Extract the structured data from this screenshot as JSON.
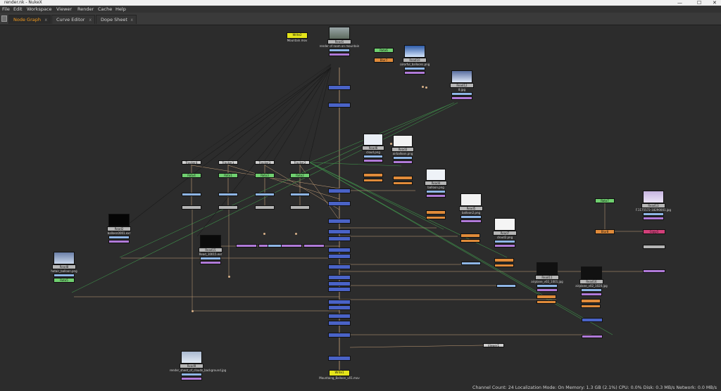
{
  "window": {
    "title": "render.nk - NukeX",
    "controls": [
      "—",
      "☐",
      "✕"
    ]
  },
  "menu": [
    "File",
    "Edit",
    "Workspace",
    "Viewer",
    "Render",
    "Cache",
    "Help"
  ],
  "tabs": [
    {
      "label": "Node Graph",
      "active": true
    },
    {
      "label": "Curve Editor",
      "active": false
    },
    {
      "label": "Dope Sheet",
      "active": false
    }
  ],
  "tab_close": "x",
  "colors": {
    "read": "#b5b5b5",
    "roto": "#6fcf6f",
    "blur": "#e08b3a",
    "grade": "#8fb6e6",
    "merge": "#4a63c7",
    "transform": "#b07ad8",
    "write": "#e4e41a",
    "tracker": "#cfcfcf",
    "copy": "#d2407a",
    "viewer": "#cfcfcf"
  },
  "nodes": [
    {
      "type": "write",
      "label": "Write2",
      "sub": "Mountain.mov"
    },
    {
      "type": "read",
      "label": "Read1",
      "sub": "render of room on mountain"
    },
    {
      "type": "roto",
      "label": "Roto6",
      "sub": ""
    },
    {
      "type": "blur",
      "label": "Blur7",
      "sub": ""
    },
    {
      "type": "read",
      "label": "Read10",
      "sub": "colorful_balloons.png"
    },
    {
      "type": "read",
      "label": "Read12",
      "sub": "8.jpg"
    },
    {
      "type": "tracker",
      "label": "Tracker4",
      "sub": ""
    },
    {
      "type": "tracker",
      "label": "Tracker1",
      "sub": ""
    },
    {
      "type": "tracker",
      "label": "Tracker3",
      "sub": ""
    },
    {
      "type": "tracker",
      "label": "Tracker2",
      "sub": ""
    },
    {
      "type": "roto",
      "label": "Roto4",
      "sub": ""
    },
    {
      "type": "roto",
      "label": "Roto1",
      "sub": ""
    },
    {
      "type": "roto",
      "label": "Roto3",
      "sub": ""
    },
    {
      "type": "roto",
      "label": "Roto2",
      "sub": ""
    },
    {
      "type": "read",
      "label": "Read6",
      "sub": "cloud.png"
    },
    {
      "type": "read",
      "label": "Read3",
      "sub": "airballoon.png"
    },
    {
      "type": "read",
      "label": "Read4",
      "sub": "balloon.png"
    },
    {
      "type": "read",
      "label": "Read5",
      "sub": "balloon2.png"
    },
    {
      "type": "read",
      "label": "Read7",
      "sub": "cloud2.png"
    },
    {
      "type": "read",
      "label": "Read2",
      "sub": "balloon0001.exr"
    },
    {
      "type": "read",
      "label": "Read15",
      "sub": "Read_10015.exr"
    },
    {
      "type": "read",
      "label": "Read8",
      "sub": "hotair_balloon.png"
    },
    {
      "type": "roto",
      "label": "Roto5",
      "sub": ""
    },
    {
      "type": "read",
      "label": "Read11",
      "sub": "airplane_v02_1001.jpg"
    },
    {
      "type": "read",
      "label": "Read16",
      "sub": "airplane_v02_1020.jpg"
    },
    {
      "type": "roto",
      "label": "Roto7",
      "sub": ""
    },
    {
      "type": "read",
      "label": "Read13",
      "sub": "F.1175572-18290001.jpg"
    },
    {
      "type": "blur",
      "label": "Blur8",
      "sub": ""
    },
    {
      "type": "copy",
      "label": "Copy1",
      "sub": ""
    },
    {
      "type": "read",
      "label": "Read9",
      "sub": "render_sheet_of_clouds_background.jpg"
    },
    {
      "type": "viewer",
      "label": "Viewer1",
      "sub": ""
    },
    {
      "type": "write",
      "label": "Write1",
      "sub": "Mountaing_Balloon_v01.mov"
    }
  ],
  "status": "Channel Count: 24  Localization Mode: On  Memory: 1.3 GB (2.1%)  CPU: 0.0%  Disk: 0.3 MB/s  Network: 0.0 MB/s"
}
